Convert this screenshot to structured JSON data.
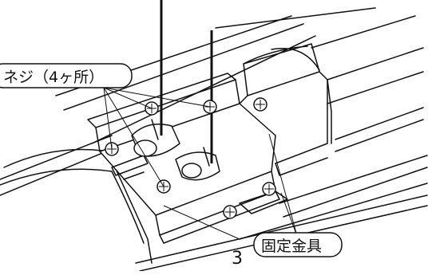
{
  "labels": {
    "screw": "ネジ（4ヶ所）",
    "bracket": "固定金具",
    "number": "3"
  }
}
